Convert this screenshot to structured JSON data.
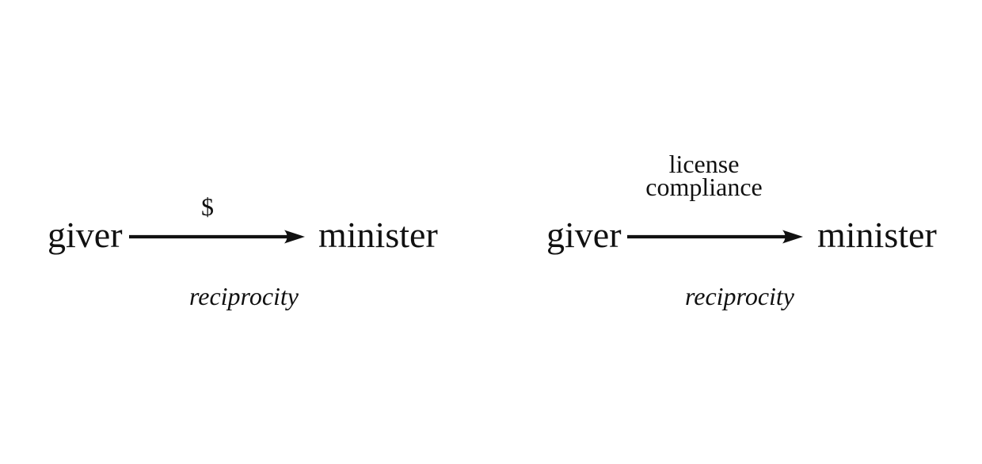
{
  "figure": {
    "background_color": "#ffffff",
    "ink_color": "#111111"
  },
  "diagrams": [
    {
      "name": "money-gift-exchange",
      "source": "giver",
      "target": "minister",
      "arrow_label": "$",
      "relation_label": "reciprocity"
    },
    {
      "name": "license-compliance-exchange",
      "source": "giver",
      "target": "minister",
      "arrow_label_lines": [
        "license",
        "compliance"
      ],
      "relation_label": "reciprocity"
    }
  ]
}
